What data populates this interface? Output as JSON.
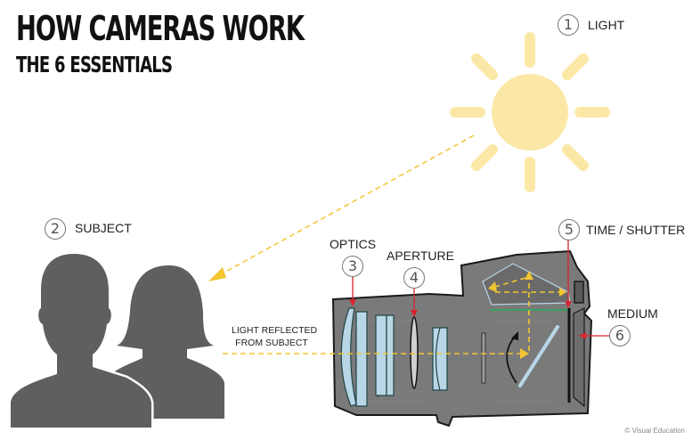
{
  "header": {
    "title": "HOW CAMERAS WORK",
    "subtitle": "THE 6 ESSENTIALS"
  },
  "essentials": [
    {
      "number": "1",
      "label": "LIGHT"
    },
    {
      "number": "2",
      "label": "SUBJECT"
    },
    {
      "number": "3",
      "label": "OPTICS"
    },
    {
      "number": "4",
      "label": "APERTURE"
    },
    {
      "number": "5",
      "label": "TIME / SHUTTER"
    },
    {
      "number": "6",
      "label": "MEDIUM"
    }
  ],
  "annotations": {
    "reflected_line1": "LIGHT REFLECTED",
    "reflected_line2": "FROM SUBJECT"
  },
  "credit": "© Visual Education",
  "colors": {
    "sun": "#fbe8a6",
    "light_path": "#f2c531",
    "silhouette": "#5f5f5f",
    "camera_body": "#7a7a7a",
    "pointer": "#d9252f",
    "lens_glass": "#b8d6e6",
    "focus_screen": "#3aa060"
  }
}
